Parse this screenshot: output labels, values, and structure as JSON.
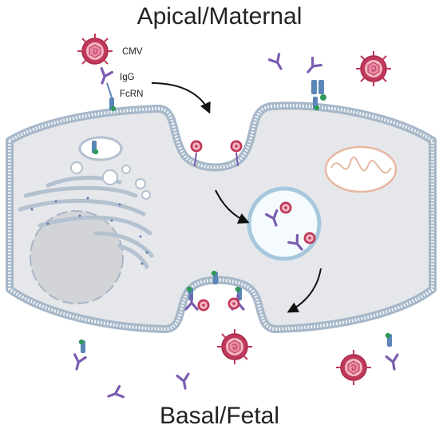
{
  "titles": {
    "apical": "Apical/Maternal",
    "basal": "Basal/Fetal"
  },
  "labels": {
    "virus": "CMV",
    "antibody": "IgG",
    "receptor": "FcRN"
  },
  "colors": {
    "cytoplasm": "#e6e7ea",
    "membrane_dark": "#a6b7c8",
    "membrane_light": "#eef3f8",
    "virus_outer": "#c0395a",
    "virus_inner": "#f4b7c6",
    "igg": "#7b5cb0",
    "fcrn_blue": "#5b86b8",
    "fcrn_green": "#2f9a58",
    "mitochondrion": "#e6b8a2",
    "nucleus": "#d3d4d8",
    "arrow": "#111111"
  }
}
